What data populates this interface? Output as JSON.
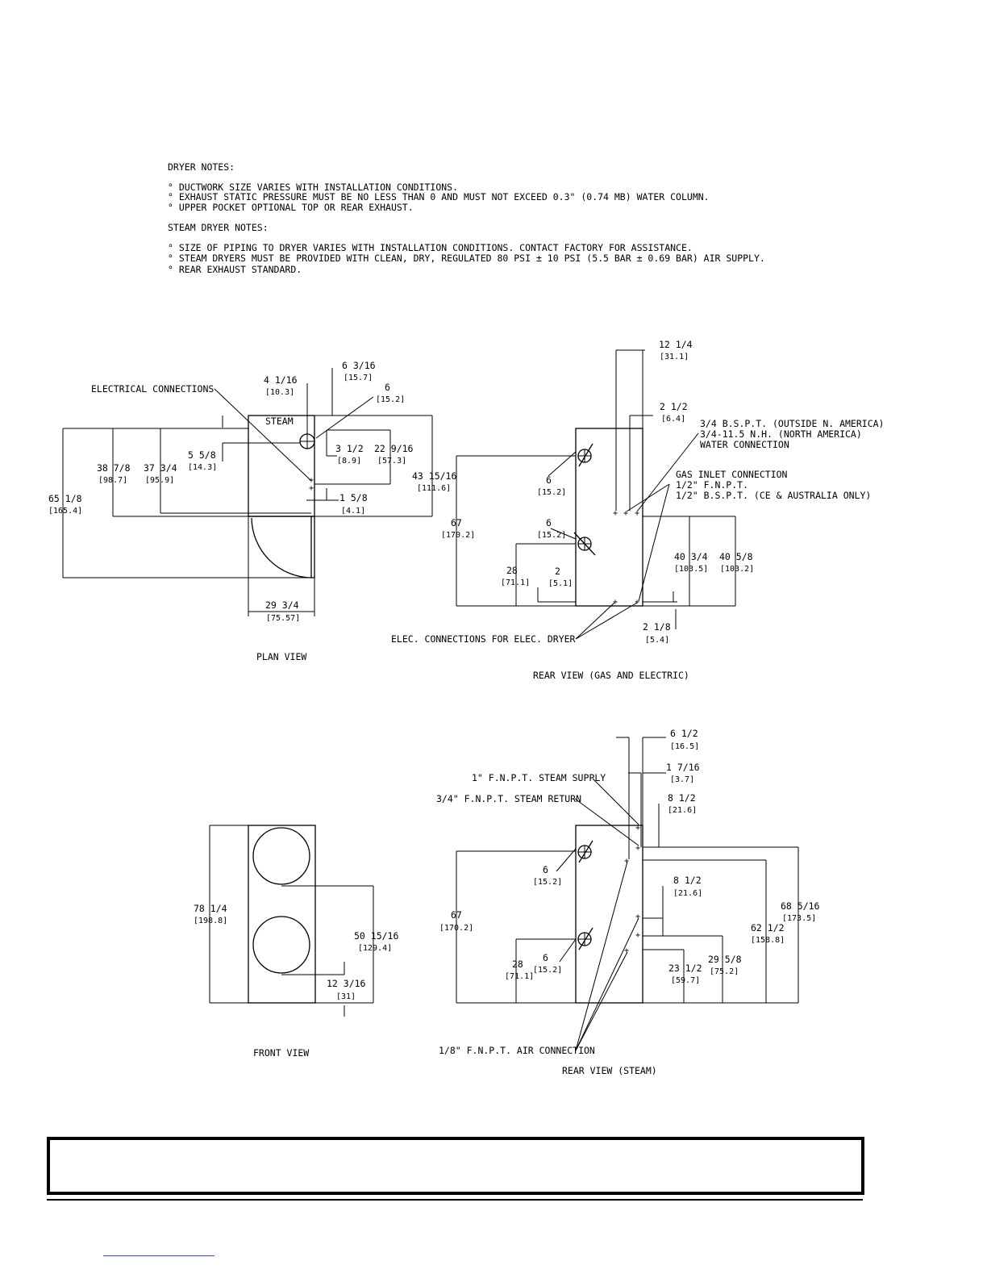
{
  "notes": {
    "dryer_title": "DRYER NOTES:",
    "dryer": [
      "° DUCTWORK SIZE VARIES WITH INSTALLATION CONDITIONS.",
      "° EXHAUST STATIC PRESSURE MUST BE NO LESS THAN 0 AND MUST NOT EXCEED 0.3\" (0.74 MB) WATER COLUMN.",
      "° UPPER POCKET OPTIONAL TOP OR REAR EXHAUST."
    ],
    "steam_title": "STEAM DRYER NOTES:",
    "steam": [
      "° SIZE OF PIPING TO DRYER VARIES WITH INSTALLATION CONDITIONS.  CONTACT FACTORY FOR ASSISTANCE.",
      "° STEAM DRYERS MUST BE PROVIDED WITH CLEAN, DRY, REGULATED 80 PSI ± 10 PSI (5.5 BAR ± 0.69 BAR) AIR SUPPLY.",
      "° REAR EXHAUST STANDARD."
    ]
  },
  "plan_view": {
    "title": "PLAN VIEW",
    "electrical": "ELECTRICAL CONNECTIONS",
    "steam": "STEAM",
    "dims": {
      "d4_1_16": "4 1/16",
      "d4_1_16_m": "[10.3]",
      "d6_3_16": "6 3/16",
      "d6_3_16_m": "[15.7]",
      "d6": "6",
      "d6_m": "[15.2]",
      "d5_5_8": "5 5/8",
      "d5_5_8_m": "[14.3]",
      "d3_1_2": "3 1/2",
      "d3_1_2_m": "[8.9]",
      "d22_9_16": "22 9/16",
      "d22_9_16_m": "[57.3]",
      "d38_7_8": "38 7/8",
      "d38_7_8_m": "[98.7]",
      "d37_3_4": "37 3/4",
      "d37_3_4_m": "[95.9]",
      "d43_15_16": "43 15/16",
      "d43_15_16_m": "[111.6]",
      "d65_1_8": "65 1/8",
      "d65_1_8_m": "[165.4]",
      "d1_5_8": "1 5/8",
      "d1_5_8_m": "[4.1]",
      "d29_3_4": "29 3/4",
      "d29_3_4_m": "[75.57]"
    }
  },
  "rear_gas": {
    "title": "REAR VIEW (GAS AND ELECTRIC)",
    "water1": "3/4 B.S.P.T. (OUTSIDE N. AMERICA)",
    "water2": "3/4-11.5 N.H. (NORTH AMERICA)",
    "water3": "WATER CONNECTION",
    "gas1": "GAS INLET CONNECTION",
    "gas2": "1/2\" F.N.P.T.",
    "gas3": "1/2\" B.S.P.T. (CE & AUSTRALIA ONLY)",
    "elec": "ELEC. CONNECTIONS FOR ELEC. DRYER",
    "dims": {
      "d12_1_4": "12 1/4",
      "d12_1_4_m": "[31.1]",
      "d2_1_2": "2 1/2",
      "d2_1_2_m": "[6.4]",
      "d6a": "6",
      "d6a_m": "[15.2]",
      "d6b": "6",
      "d6b_m": "[15.2]",
      "d67": "67",
      "d67_m": "[170.2]",
      "d28": "28",
      "d28_m": "[71.1]",
      "d2": "2",
      "d2_m": "[5.1]",
      "d40_3_4": "40 3/4",
      "d40_3_4_m": "[103.5]",
      "d40_5_8": "40 5/8",
      "d40_5_8_m": "[103.2]",
      "d2_1_8": "2 1/8",
      "d2_1_8_m": "[5.4]"
    }
  },
  "front_view": {
    "title": "FRONT VIEW",
    "dims": {
      "d78_1_4": "78 1/4",
      "d78_1_4_m": "[198.8]",
      "d50_15_16": "50 15/16",
      "d50_15_16_m": "[129.4]",
      "d12_3_16": "12 3/16",
      "d12_3_16_m": "[31]"
    }
  },
  "rear_steam": {
    "title": "REAR VIEW (STEAM)",
    "supply": "1\" F.N.P.T. STEAM SUPPLY",
    "return": "3/4\" F.N.P.T. STEAM RETURN",
    "air": "1/8\" F.N.P.T. AIR CONNECTION",
    "dims": {
      "d6_1_2": "6 1/2",
      "d6_1_2_m": "[16.5]",
      "d1_7_16": "1 7/16",
      "d1_7_16_m": "[3.7]",
      "d8_1_2a": "8 1/2",
      "d8_1_2a_m": "[21.6]",
      "d8_1_2b": "8 1/2",
      "d8_1_2b_m": "[21.6]",
      "d6a": "6",
      "d6a_m": "[15.2]",
      "d6b": "6",
      "d6b_m": "[15.2]",
      "d67": "67",
      "d67_m": "[170.2]",
      "d28": "28",
      "d28_m": "[71.1]",
      "d23_1_2": "23 1/2",
      "d23_1_2_m": "[59.7]",
      "d29_5_8": "29 5/8",
      "d29_5_8_m": "[75.2]",
      "d62_1_2": "62 1/2",
      "d62_1_2_m": "[158.8]",
      "d68_5_16": "68 5/16",
      "d68_5_16_m": "[173.5]"
    }
  }
}
